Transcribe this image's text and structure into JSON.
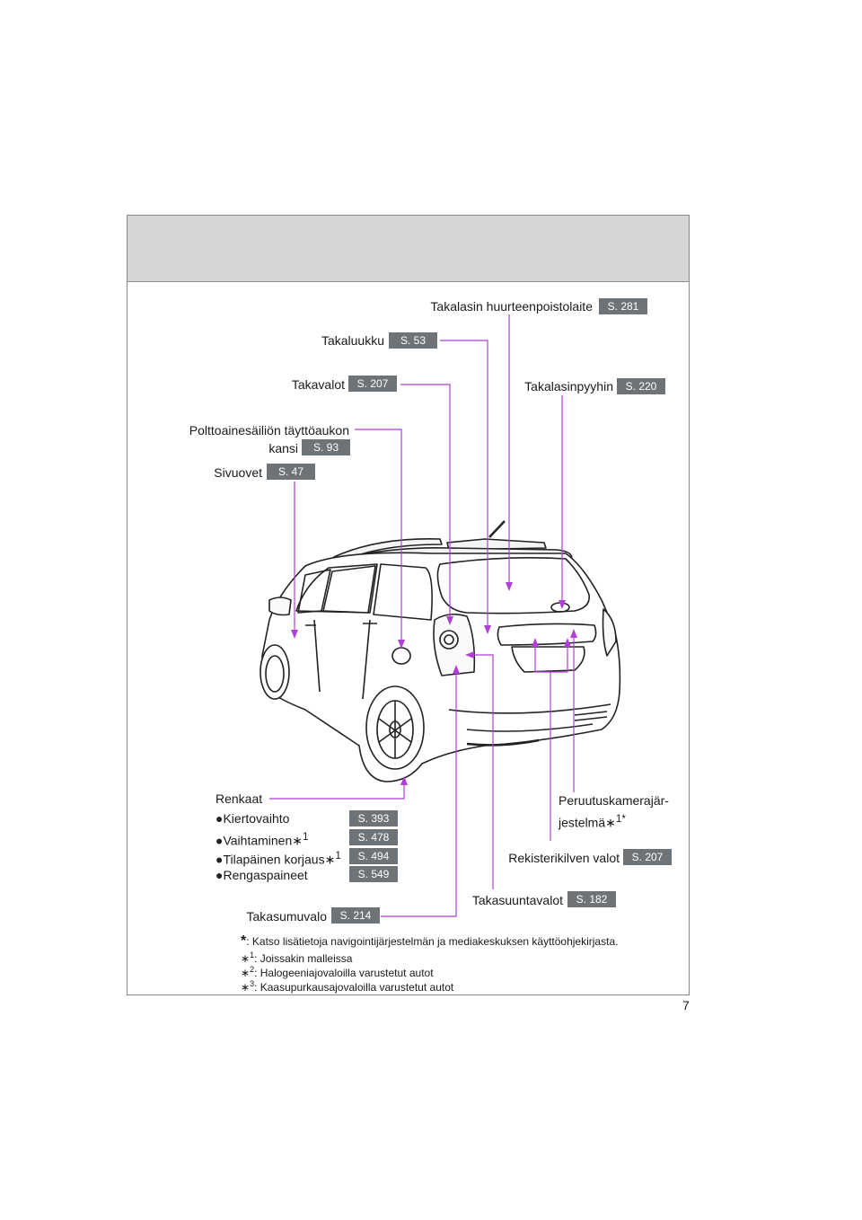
{
  "labels": {
    "defogger": "Takalasin huurteenpoistolaite",
    "back_door": "Takaluukku",
    "rear_lights": "Takavalot",
    "wiper": "Takalasinpyyhin",
    "fuel_line1": "Polttoainesäiliön täyttöaukon",
    "fuel_line2": "kansi",
    "side_doors": "Sivuovet",
    "tires": "Renkaat",
    "rotation": "Kiertovaihto",
    "replacing": "Vaihtaminen",
    "temporary": "Tilapäinen korjaus",
    "pressure": "Rengaspaineet",
    "camera_line1": "Peruutuskamerajär-",
    "camera_line2": "jestelmä",
    "license": "Rekisterikilven valot",
    "reverse": "Takasuuntavalot",
    "fog": "Takasumuvalo"
  },
  "pages": {
    "defogger": "S. 281",
    "back_door": "S. 53",
    "rear_lights": "S. 207",
    "wiper": "S. 220",
    "fuel": "S. 93",
    "side_doors": "S. 47",
    "rotation": "S. 393",
    "replacing": "S. 478",
    "temporary": "S. 494",
    "pressure": "S. 549",
    "license": "S. 207",
    "reverse": "S. 182",
    "fog": "S. 214"
  },
  "marks": {
    "bullet": "●",
    "ast1": "∗",
    "one": "1",
    "star": "*",
    "two": "2",
    "three": "3"
  },
  "footnotes": {
    "star": ": Katso lisätietoja navigointijärjestelmän ja mediakeskuksen käyttöohjekirjasta.",
    "n1": ": Joissakin malleissa",
    "n2": ": Halogeeniajovaloilla varustetut autot",
    "n3": ": Kaasupurkausajovaloilla varustetut autot"
  },
  "page_number": "7",
  "colors": {
    "leader": "#b13fd6",
    "badge": "#6e7378",
    "header_band": "#d4d6d8"
  }
}
